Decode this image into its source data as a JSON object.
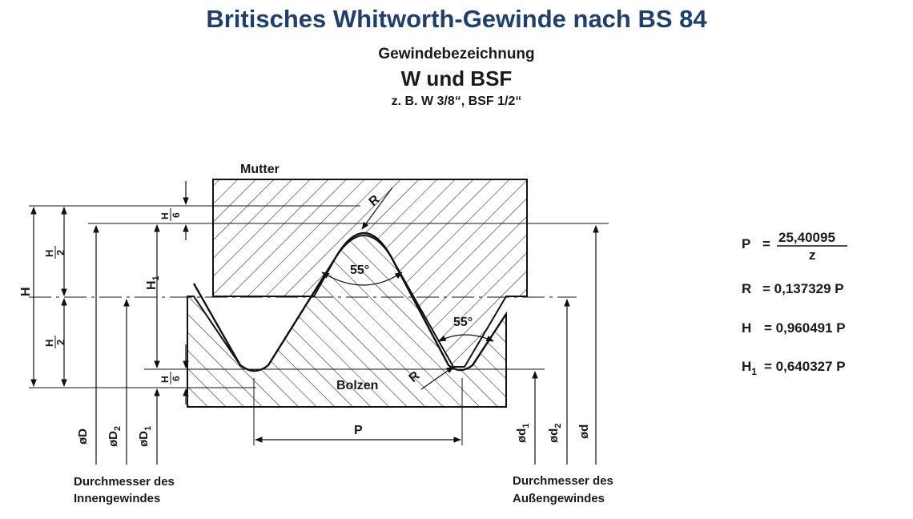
{
  "header": {
    "title": "Britisches Whitworth-Gewinde nach BS 84",
    "designation_label": "Gewindebezeichnung",
    "designation": "W und BSF",
    "example": "z. B. W 3/8“, BSF 1/2“"
  },
  "diagram": {
    "nut_label": "Mutter",
    "bolt_label": "Bolzen",
    "angle_top": "55°",
    "angle_right": "55°",
    "radius_top": "R",
    "radius_bottom": "R",
    "pitch": "P",
    "H": "H",
    "H1": "H",
    "H1_sub": "1",
    "half_H_num": "H",
    "half_H_den": "2",
    "sixth_H_num": "H",
    "sixth_H_den": "6",
    "dim_D": "øD",
    "dim_D2": "øD",
    "dim_D2_sub": "2",
    "dim_D1": "øD",
    "dim_D1_sub": "1",
    "dim_d1": "ød",
    "dim_d1_sub": "1",
    "dim_d2": "ød",
    "dim_d2_sub": "2",
    "dim_d": "ød",
    "inner_caption_line1": "Durchmesser des",
    "inner_caption_line2": "Innengewindes",
    "outer_caption_line1": "Durchmesser des",
    "outer_caption_line2": "Außengewindes"
  },
  "formulas": {
    "P_lhs": "P",
    "P_eq": "=",
    "P_num": "25,40095",
    "P_den": "z",
    "R_lhs": "R",
    "R_rhs": "= 0,137329 P",
    "H_lhs": "H",
    "H_rhs": "= 0,960491 P",
    "H1_lhs": "H",
    "H1_sub": "1",
    "H1_rhs": "= 0,640327 P"
  }
}
